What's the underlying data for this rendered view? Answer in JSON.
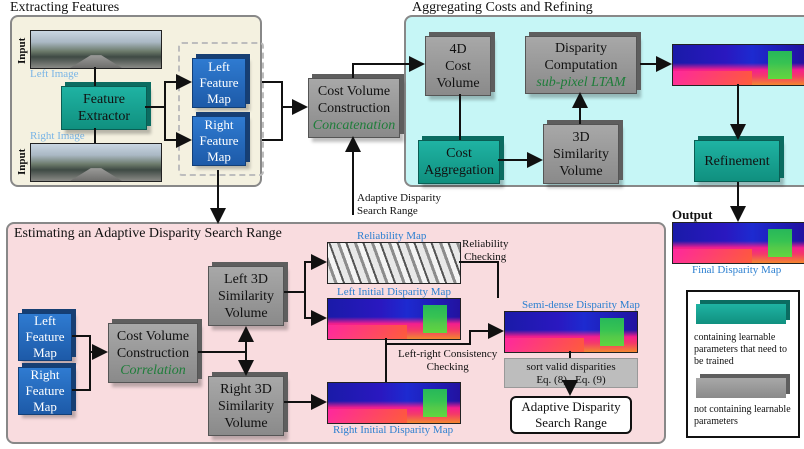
{
  "panels": {
    "extract_title": "Extracting Features",
    "aggregate_title": "Aggregating Costs and Refining",
    "estimate_title": "Estimating an Adaptive Disparity Search Range"
  },
  "extract": {
    "input_top": "Input",
    "input_bottom": "Input",
    "left_image": "Left Image",
    "right_image": "Right Image",
    "feature_extractor": [
      "Feature",
      "Extractor"
    ],
    "left_feature_map": [
      "Left",
      "Feature Map"
    ],
    "right_feature_map": [
      "Right",
      "Feature Map"
    ]
  },
  "cost_volume_top": {
    "lines": [
      "Cost Volume",
      "Construction"
    ],
    "method": "Concatenation"
  },
  "aggregate": {
    "cost_volume_4d": [
      "4D",
      "Cost",
      "Volume"
    ],
    "disparity_computation": [
      "Disparity",
      "Computation"
    ],
    "subpixel": "sub-pixel LTAM",
    "cost_aggregation": [
      "Cost",
      "Aggregation"
    ],
    "similarity_3d": [
      "3D",
      "Similarity",
      "Volume"
    ],
    "refinement": "Refinement"
  },
  "output": {
    "label": "Output",
    "caption": "Final Disparity Map"
  },
  "adaptive_link": [
    "Adaptive Disparity",
    "Search Range"
  ],
  "estimate": {
    "left_feature_map": [
      "Left",
      "Feature Map"
    ],
    "right_feature_map": [
      "Right",
      "Feature Map"
    ],
    "cost_volume": [
      "Cost Volume",
      "Construction"
    ],
    "cost_method": "Correlation",
    "left_sim": [
      "Left 3D",
      "Similarity",
      "Volume"
    ],
    "right_sim": [
      "Right 3D",
      "Similarity",
      "Volume"
    ],
    "reliability_map": "Reliability Map",
    "reliability_checking": [
      "Reliability",
      "Checking"
    ],
    "left_initial": "Left Initial Disparity Map",
    "right_initial": "Right Initial Disparity Map",
    "lr_check": [
      "Left-right Consistency",
      "Checking"
    ],
    "semidense": "Semi-dense Disparity Map",
    "sort_valid": [
      "sort valid disparities",
      "Eq. (8)   Eq. (9)"
    ],
    "adaptive_range": [
      "Adaptive Disparity",
      "Search Range"
    ]
  },
  "legend": {
    "teal_text": "containing learnable parameters that need to be trained",
    "gray_text": "not containing learnable parameters"
  },
  "colors": {
    "extract_bg": "#f4f1e0",
    "aggregate_bg": "#c6f6f6",
    "estimate_bg": "#f9dcdf",
    "learnable": "#17a596",
    "nonlearnable": "#9a9a9a",
    "feature_map": "#2a6fc4"
  }
}
